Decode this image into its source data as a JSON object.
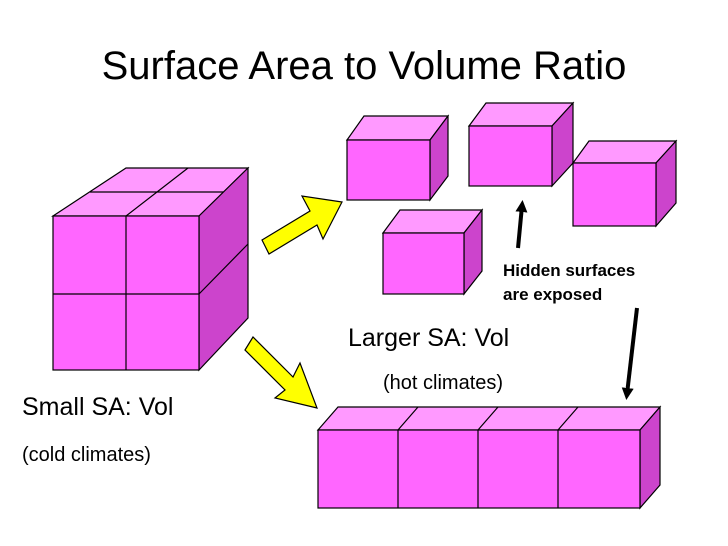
{
  "title": "Surface Area to Volume Ratio",
  "labels": {
    "small_ratio": "Small SA: Vol",
    "cold": "(cold climates)",
    "large_ratio": "Larger SA: Vol",
    "hot": "(hot climates)",
    "hidden_line1": "Hidden surfaces",
    "hidden_line2": "are exposed"
  },
  "colors": {
    "cube_face": "#ff66ff",
    "cube_side": "#cc44cc",
    "cube_top": "#ff99ff",
    "arrow_fill": "#ffff00",
    "stroke": "#000000"
  }
}
